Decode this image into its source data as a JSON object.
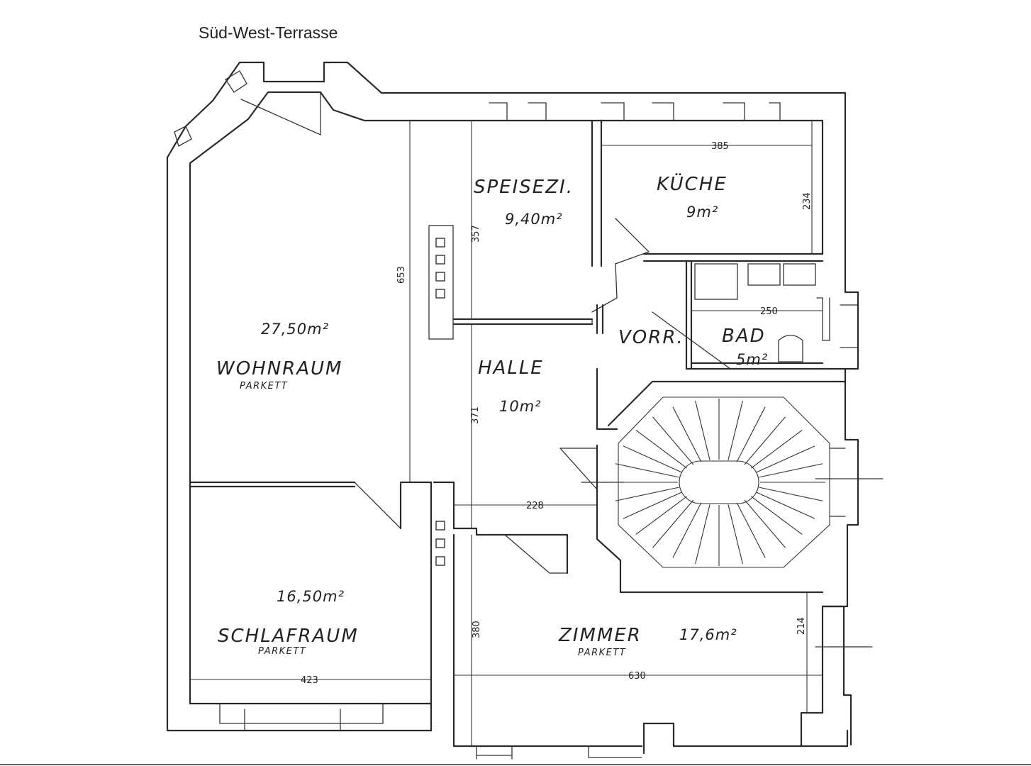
{
  "title": "Süd-West-Terrasse",
  "rooms": {
    "wohnraum": {
      "name": "WOHNRAUM",
      "area": "27,50m²",
      "floor": "PARKETT"
    },
    "speisezimmer": {
      "name": "SPEISEZI.",
      "area": "9,40m²"
    },
    "kueche": {
      "name": "KÜCHE",
      "area": "9m²"
    },
    "halle": {
      "name": "HALLE",
      "area": "10m²"
    },
    "vorraum": {
      "name": "VORR."
    },
    "bad": {
      "name": "BAD",
      "area": "5m²"
    },
    "schlafraum": {
      "name": "SCHLAFRAUM",
      "area": "16,50m²",
      "floor": "PARKETT"
    },
    "zimmer": {
      "name": "ZIMMER",
      "area": "17,6m²",
      "floor": "PARKETT"
    }
  },
  "dimensions": {
    "wohnraum_length": "653",
    "speise_depth": "357",
    "kueche_width": "385",
    "kueche_depth": "234",
    "bad_width": "250",
    "halle_depth": "371",
    "halle_width": "228",
    "zimmer_depth": "380",
    "zimmer_window": "214",
    "schlaf_width": "423",
    "zimmer_width": "630"
  }
}
